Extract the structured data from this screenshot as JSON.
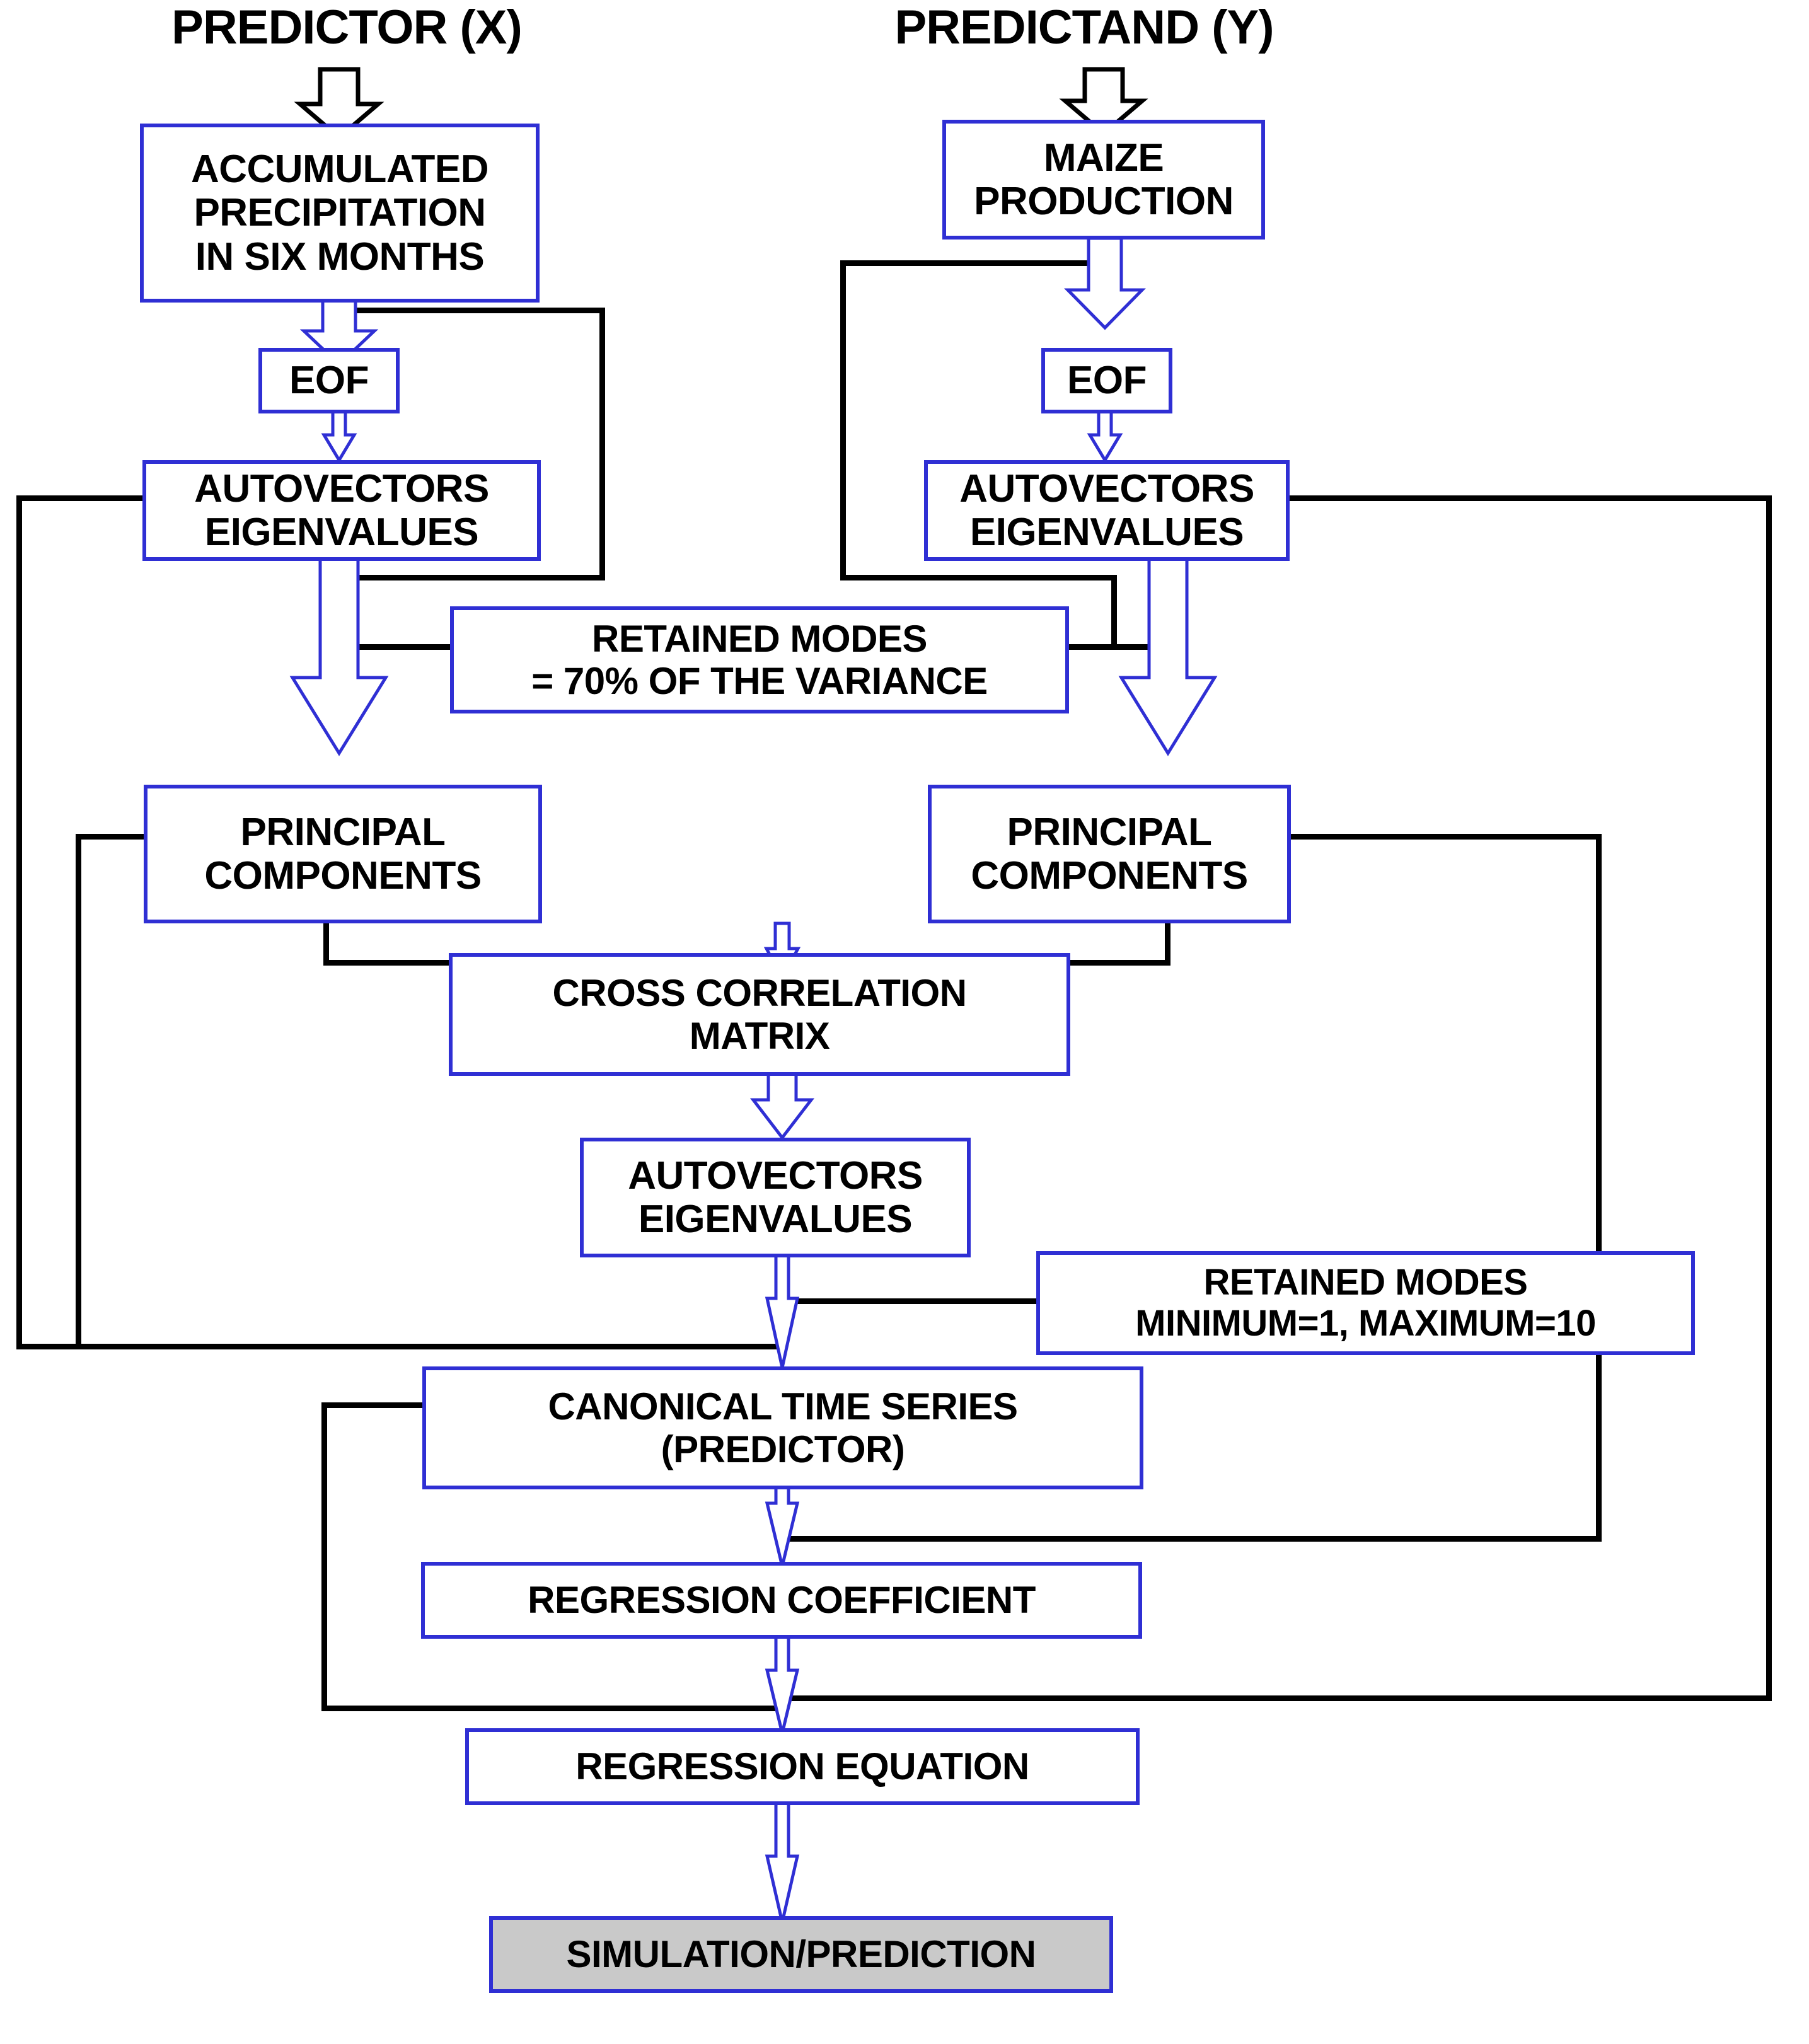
{
  "diagram": {
    "title_left": "PREDICTOR (X)",
    "title_right": "PREDICTAND (Y)",
    "accent_color": "#2f2fd4",
    "line_color": "#000000",
    "highlight_fill": "#c9c9c9",
    "nodes": {
      "predictor_source": "ACCUMULATED\nPRECIPITATION\nIN SIX MONTHS",
      "predictor_source_l1": "ACCUMULATED",
      "predictor_source_l2": "PRECIPITATION",
      "predictor_source_l3": "IN SIX MONTHS",
      "predictand_source_l1": "MAIZE",
      "predictand_source_l2": "PRODUCTION",
      "eof_left": "EOF",
      "eof_right": "EOF",
      "autovectors_left_l1": "AUTOVECTORS",
      "autovectors_left_l2": "EIGENVALUES",
      "autovectors_right_l1": "AUTOVECTORS",
      "autovectors_right_l2": "EIGENVALUES",
      "retained_modes_variance_l1": "RETAINED MODES",
      "retained_modes_variance_l2": "= 70% OF THE VARIANCE",
      "principal_components_left_l1": "PRINCIPAL",
      "principal_components_left_l2": "COMPONENTS",
      "principal_components_right_l1": "PRINCIPAL",
      "principal_components_right_l2": "COMPONENTS",
      "cross_correlation_l1": "CROSS CORRELATION",
      "cross_correlation_l2": "MATRIX",
      "autovectors_mid_l1": "AUTOVECTORS",
      "autovectors_mid_l2": "EIGENVALUES",
      "retained_modes_minmax_l1": "RETAINED MODES",
      "retained_modes_minmax_l2": "MINIMUM=1, MAXIMUM=10",
      "canonical_time_series_l1": "CANONICAL TIME SERIES",
      "canonical_time_series_l2": "(PREDICTOR)",
      "regression_coefficient": "REGRESSION COEFFICIENT",
      "regression_equation": "REGRESSION EQUATION",
      "simulation_prediction": "SIMULATION/PREDICTION"
    }
  }
}
